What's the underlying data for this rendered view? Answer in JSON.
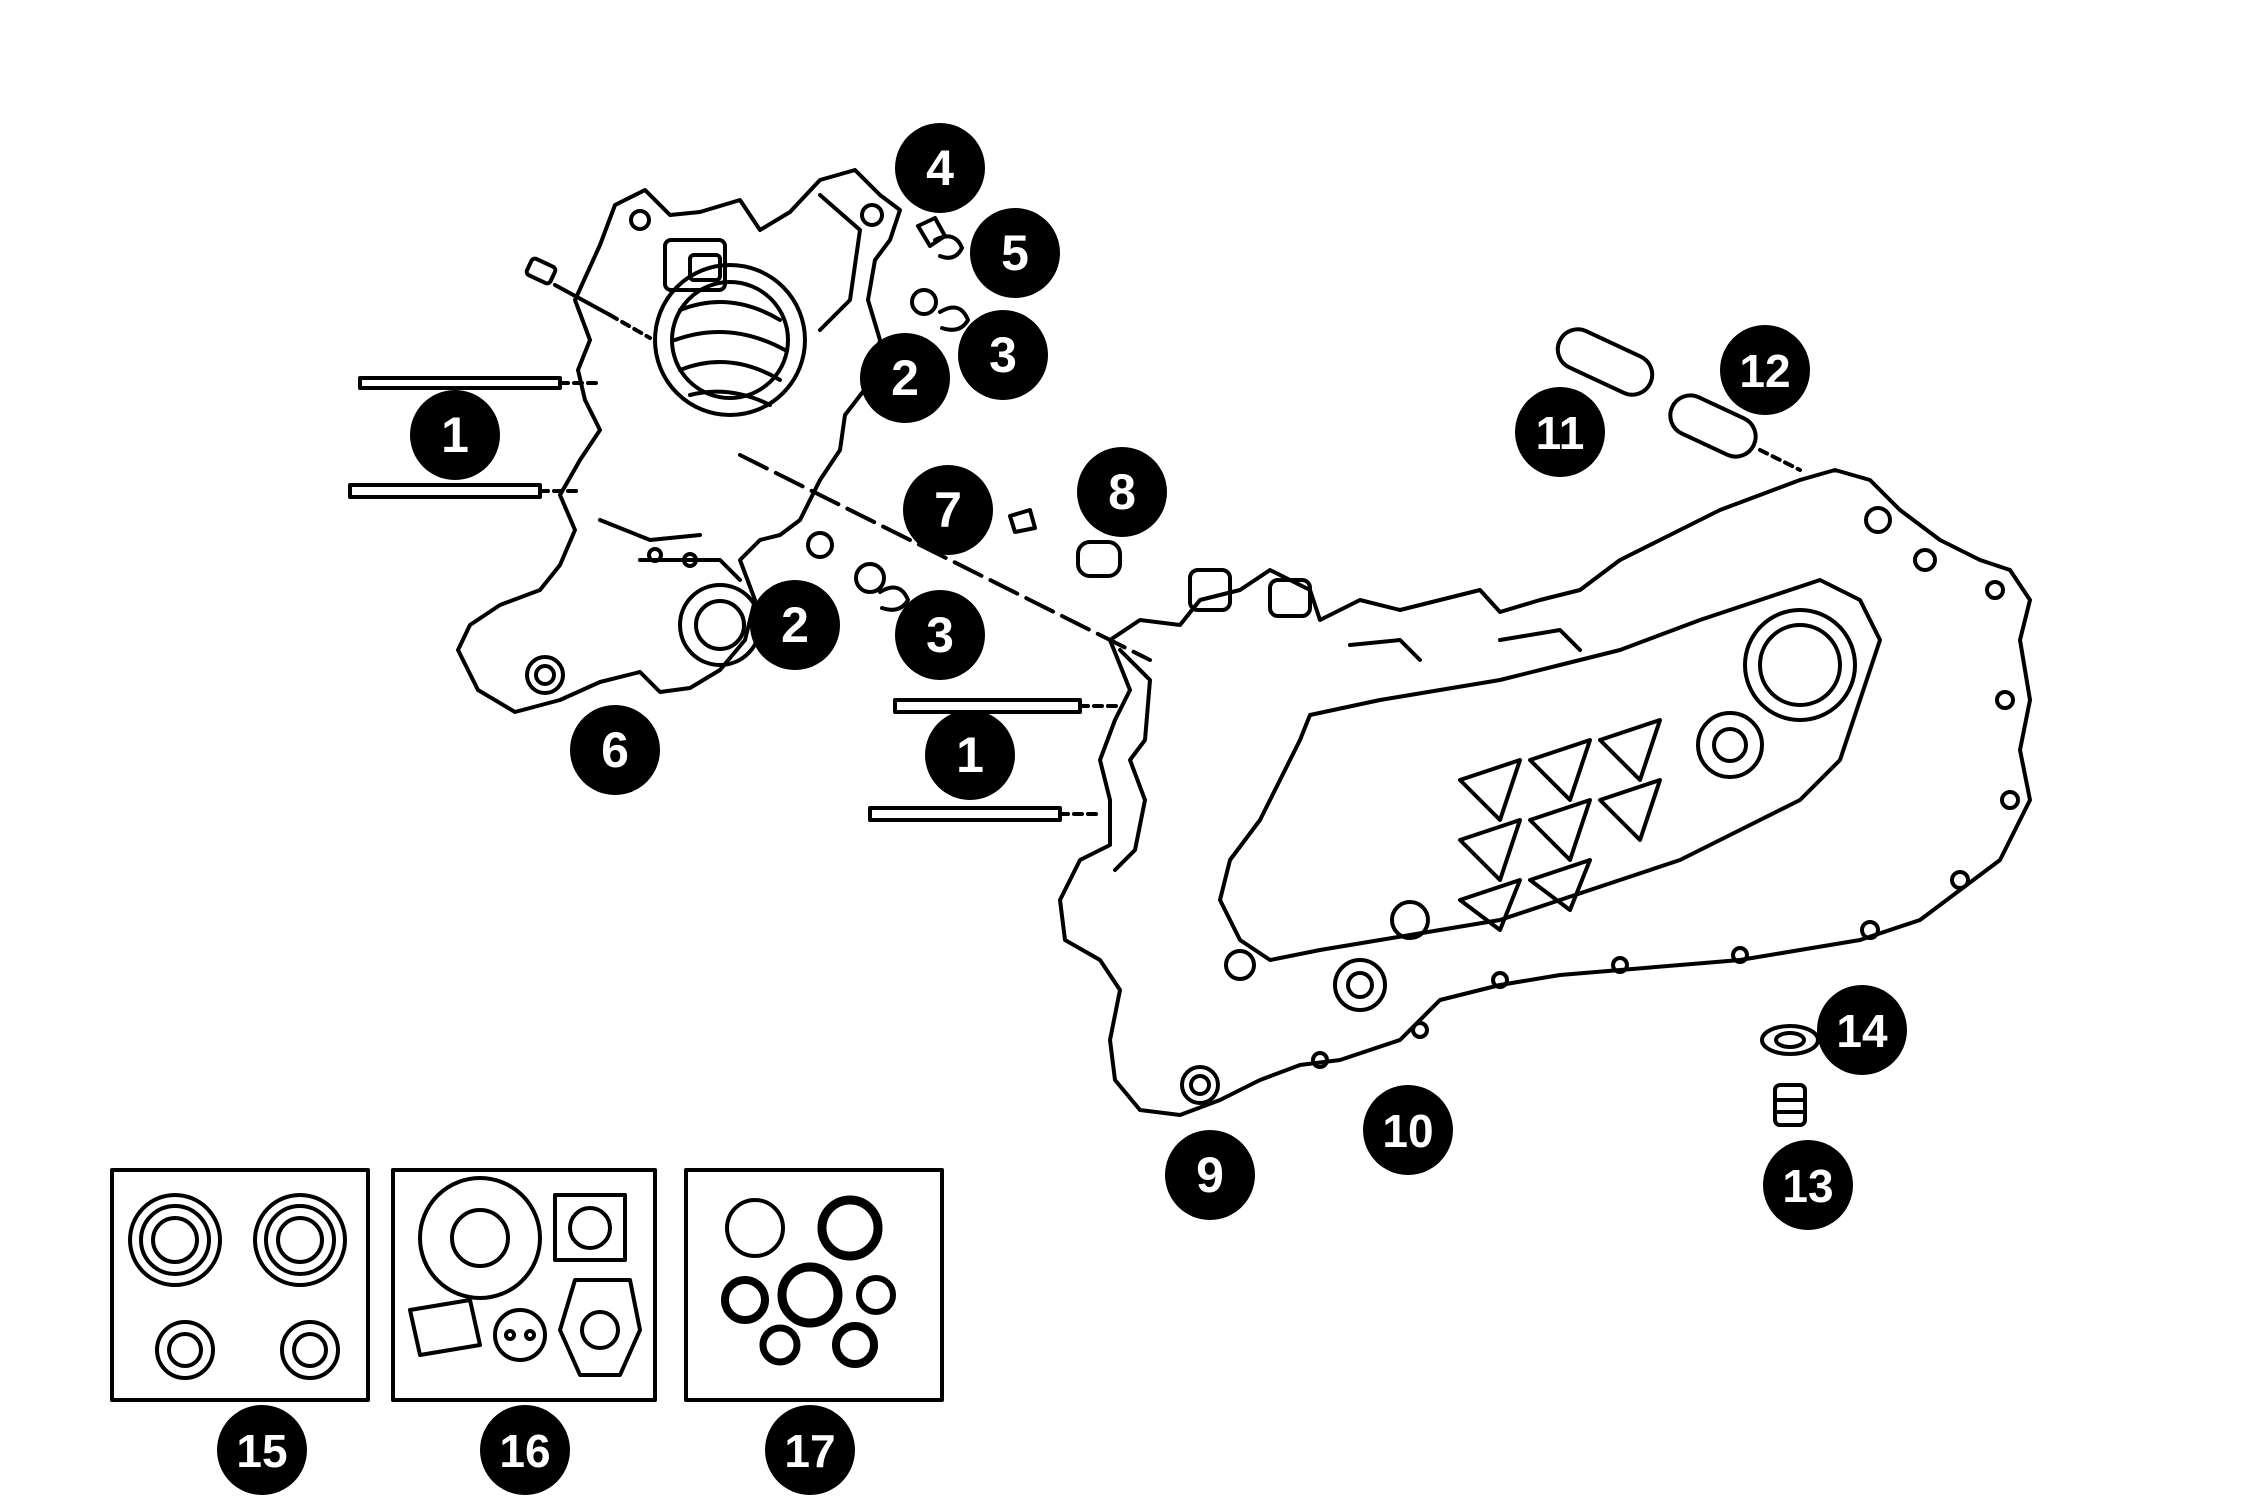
{
  "diagram": {
    "background_color": "#ffffff",
    "line_color": "#000000",
    "badge_color": "#000000",
    "badge_text_color": "#ffffff"
  },
  "callouts": [
    {
      "id": "c1a",
      "label": "1"
    },
    {
      "id": "c1b",
      "label": "1"
    },
    {
      "id": "c2a",
      "label": "2"
    },
    {
      "id": "c2b",
      "label": "2"
    },
    {
      "id": "c3a",
      "label": "3"
    },
    {
      "id": "c3b",
      "label": "3"
    },
    {
      "id": "c4",
      "label": "4"
    },
    {
      "id": "c5",
      "label": "5"
    },
    {
      "id": "c6",
      "label": "6"
    },
    {
      "id": "c7",
      "label": "7"
    },
    {
      "id": "c8",
      "label": "8"
    },
    {
      "id": "c9",
      "label": "9"
    },
    {
      "id": "c10",
      "label": "10"
    },
    {
      "id": "c11",
      "label": "11"
    },
    {
      "id": "c12",
      "label": "12"
    },
    {
      "id": "c13",
      "label": "13"
    },
    {
      "id": "c14",
      "label": "14"
    },
    {
      "id": "c15",
      "label": "15"
    },
    {
      "id": "c16",
      "label": "16"
    },
    {
      "id": "c17",
      "label": "17"
    }
  ]
}
